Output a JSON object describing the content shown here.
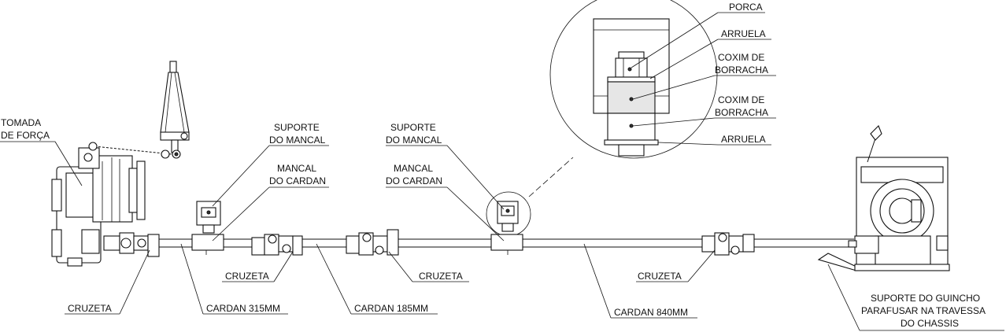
{
  "labels": {
    "tomada_l1": "TOMADA",
    "tomada_l2": "DE FORÇA",
    "suporte_mancal_1_l1": "SUPORTE",
    "suporte_mancal_1_l2": "DO MANCAL",
    "mancal_cardan_1_l1": "MANCAL",
    "mancal_cardan_1_l2": "DO CARDAN",
    "suporte_mancal_2_l1": "SUPORTE",
    "suporte_mancal_2_l2": "DO MANCAL",
    "mancal_cardan_2_l1": "MANCAL",
    "mancal_cardan_2_l2": "DO CARDAN",
    "porca": "PORCA",
    "arruela_top": "ARRUELA",
    "coxim_1_l1": "COXIM DE",
    "coxim_1_l2": "BORRACHA",
    "coxim_2_l1": "COXIM DE",
    "coxim_2_l2": "BORRACHA",
    "arruela_bottom": "ARRUELA",
    "cruzeta_1": "CRUZETA",
    "cruzeta_2": "CRUZETA",
    "cruzeta_3": "CRUZETA",
    "cruzeta_4": "CRUZETA",
    "cardan_315": "CARDAN 315MM",
    "cardan_185": "CARDAN 185MM",
    "cardan_840": "CARDAN 840MM",
    "suporte_guincho_l1": "SUPORTE DO GUINCHO",
    "suporte_guincho_l2": "PARAFUSAR NA TRAVESSA",
    "suporte_guincho_l3": "DO CHASSIS"
  }
}
